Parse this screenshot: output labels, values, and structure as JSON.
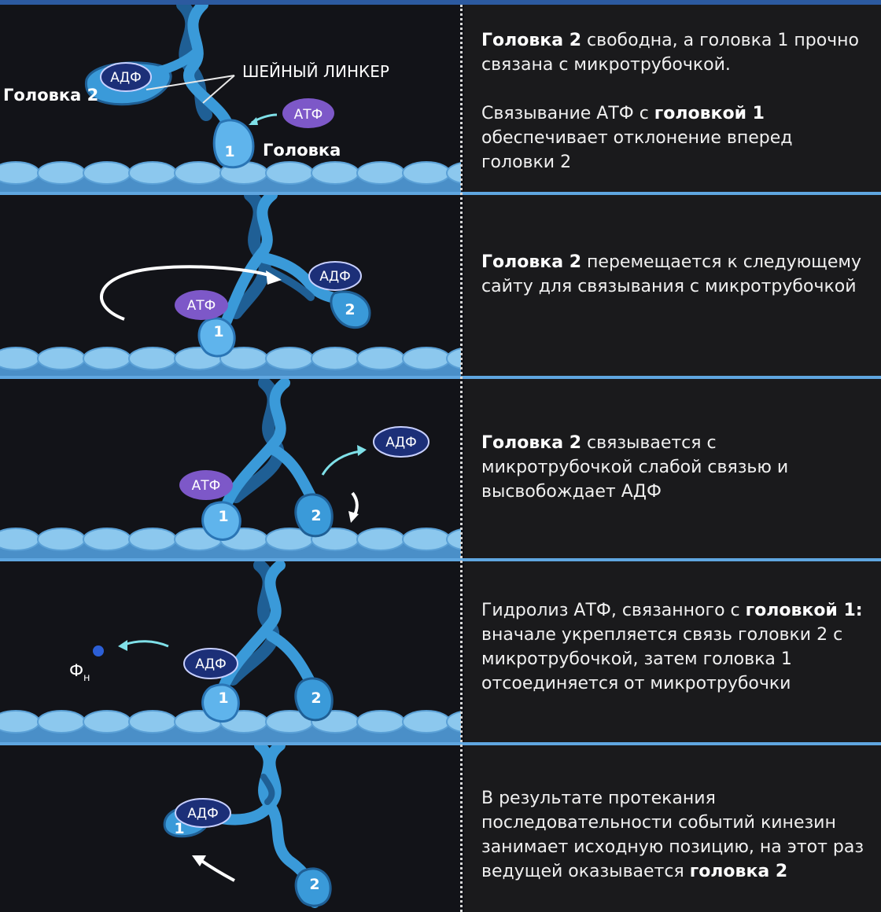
{
  "labels": {
    "head2_title": "Головка 2",
    "head1_title": "Головка",
    "neck_linker": "ШЕЙНЫЙ ЛИНКЕР",
    "adp": "АДФ",
    "atp": "АТФ",
    "n1": "1",
    "n2": "2",
    "phi": "Ф",
    "phi_sub": "н"
  },
  "captions": [
    {
      "p1": [
        {
          "t": "Головка 2",
          "b": true
        },
        {
          "t": " свободна, а головка 1 прочно связана с микротрубочкой.",
          "b": false
        }
      ],
      "p2": [
        {
          "t": "Связывание АТФ с ",
          "b": false
        },
        {
          "t": "головкой 1",
          "b": true
        },
        {
          "t": " обеспечивает отклонение вперед головки 2",
          "b": false
        }
      ]
    },
    {
      "p1": [
        {
          "t": "Головка 2",
          "b": true
        },
        {
          "t": " перемещается к следующему сайту для связывания с микротрубочкой",
          "b": false
        }
      ]
    },
    {
      "p1": [
        {
          "t": "Головка 2",
          "b": true
        },
        {
          "t": " связывается с микротрубочкой слабой связью и высвобождает АДФ",
          "b": false
        }
      ]
    },
    {
      "p1": [
        {
          "t": "Гидролиз АТФ, связанного с ",
          "b": false
        },
        {
          "t": "головкой 1:",
          "b": true
        },
        {
          "t": " вначале укрепляется связь головки 2 с микротрубочкой, затем головка 1 отсоединяется от микротрубочки",
          "b": false
        }
      ]
    },
    {
      "p1": [
        {
          "t": "В результате протекания последовательности событий кинезин занимает исходную позицию, на этот раз ведущей оказывается ",
          "b": false
        },
        {
          "t": "головка 2",
          "b": true
        }
      ]
    }
  ],
  "colors": {
    "kinesin": "#3a9ad9",
    "kinesin_dark": "#1f5f95",
    "microtubule": "#7fc0ea",
    "adp_pill": "#1c2f78",
    "atp_pill": "#7d58c8",
    "arrow_cyan": "#7fe0e8",
    "divider": "#5fa6e0"
  }
}
